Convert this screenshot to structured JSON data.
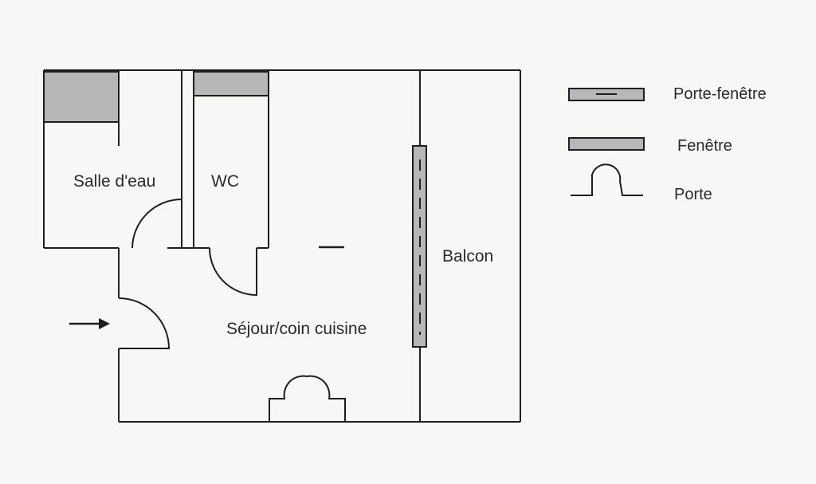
{
  "rooms": {
    "salle_deau": "Salle d'eau",
    "wc": "WC",
    "sejour": "Séjour/coin cuisine",
    "balcon": "Balcon"
  },
  "legend": {
    "porte_fenetre": "Porte-fenêtre",
    "fenetre": "Fenêtre",
    "porte": "Porte"
  },
  "colors": {
    "wall": "#1e1e1e",
    "window_fill": "#b7b7b7",
    "background": "#f7f7f5"
  }
}
